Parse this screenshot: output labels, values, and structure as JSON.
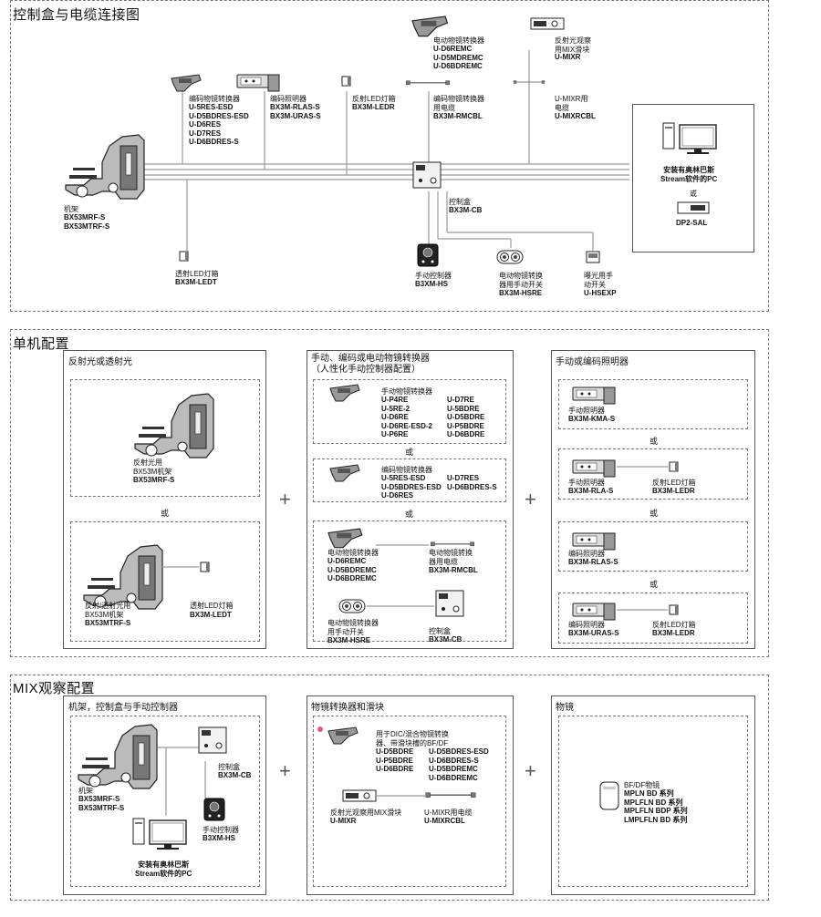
{
  "section1": {
    "title": "控制盒与电缆连接图",
    "frame": {
      "label": "机架",
      "models": "BX53MRF-S\nBX53MTRF-S"
    },
    "coded_nose": {
      "label": "编码物镜转换器",
      "models": "U-5RES-ESD\nU-D5BDRES-ESD\nU-D6RES\nU-D7RES\nU-D6BDRES-S"
    },
    "coded_illum": {
      "label": "编码照明器",
      "models": "BX3M-RLAS-S\nBX3M-URAS-S"
    },
    "refl_led": {
      "label": "反射LED灯箱",
      "models": "BX3M-LEDR"
    },
    "motor_nose": {
      "label": "电动物镜转换器",
      "models": "U-D6REMC\nU-D5MDREMC\nU-D6BDREMC"
    },
    "motor_cable": {
      "label": "编码物镜转换器\n用电缆",
      "models": "BX3M-RMCBL"
    },
    "mix_slider": {
      "label": "反射光观察\n用MIX滑块",
      "models": "U-MIXR"
    },
    "mix_cable": {
      "label": "U-MIXR用\n电缆",
      "models": "U-MIXRCBL"
    },
    "pc": {
      "label": "安装有奥林巴斯\nStream软件的PC"
    },
    "or": "或",
    "dp2": {
      "models": "DP2-SAL"
    },
    "control_box": {
      "label": "控制盒",
      "models": "BX3M-CB"
    },
    "trans_led": {
      "label": "透射LED灯箱",
      "models": "BX3M-LEDT"
    },
    "hand_ctrl": {
      "label": "手动控制器",
      "models": "B3XM-HS"
    },
    "hand_switch": {
      "label": "电动物镜转换\n器用手动开关",
      "models": "BX3M-HSRE"
    },
    "exp_switch": {
      "label": "曝光用手\n动开关",
      "models": "U-HSEXP"
    }
  },
  "section2": {
    "title": "单机配置",
    "col1": {
      "title": "反射光或透射光",
      "a": {
        "label": "反射光用\nBX53M机架",
        "models": "BX53MRF-S"
      },
      "or": "或",
      "b": {
        "label": "反射/透射光用\nBX53M机架",
        "models": "BX53MTRF-S"
      },
      "led": {
        "label": "透射LED灯箱",
        "models": "BX3M-LEDT"
      }
    },
    "col2": {
      "title": "手动、编码或电动物镜转换器\n（人性化手动控制器配置）",
      "manual": {
        "label": "手动物镜转换器",
        "models_a": "U-P4RE\nU-5RE-2\nU-D6RE\nU-D6RE-ESD-2\nU-P6RE",
        "models_b": "U-D7RE\nU-5BDRE\nU-D5BDRE\nU-P5BDRE\nU-D6BDRE"
      },
      "or1": "或",
      "coded": {
        "label": "编码物镜转换器",
        "models_a": "U-5RES-ESD\nU-D5BDRES-ESD\nU-D6RES",
        "models_b": "U-D7RES\nU-D6BDRES-S"
      },
      "or2": "或",
      "motor": {
        "label": "电动物镜转换器",
        "models": "U-D6REMC\nU-D5BDREMC\nU-D6BDREMC"
      },
      "cable": {
        "label": "电动物镜转换\n器用电缆",
        "models": "BX3M-RMCBL"
      },
      "switch": {
        "label": "电动物镜转换器\n用手动开关",
        "models": "BX3M-HSRE"
      },
      "cb": {
        "label": "控制盒",
        "models": "BX3M-CB"
      }
    },
    "col3": {
      "title": "手动或编码照明器",
      "kma": {
        "label": "手动照明器",
        "models": "BX3M-KMA-S"
      },
      "or1": "或",
      "rla": {
        "label": "手动照明器",
        "models": "BX3M-RLA-S"
      },
      "rla_led": {
        "label": "反射LED灯箱",
        "models": "BX3M-LEDR"
      },
      "or2": "或",
      "rlas": {
        "label": "编码照明器",
        "models": "BX3M-RLAS-S"
      },
      "or3": "或",
      "uras": {
        "label": "编码照明器",
        "models": "BX3M-URAS-S"
      },
      "uras_led": {
        "label": "反射LED灯箱",
        "models": "BX3M-LEDR"
      }
    },
    "plus": "+"
  },
  "section3": {
    "title": "MIX观察配置",
    "col1": {
      "title": "机架，控制盒与手动控制器",
      "frame": {
        "label": "机架",
        "models": "BX53MRF-S\nBX53MTRF-S"
      },
      "cb": {
        "label": "控制盒",
        "models": "BX3M-CB"
      },
      "hs": {
        "label": "手动控制器",
        "models": "B3XM-HS"
      },
      "pc": {
        "label": "安装有奥林巴斯\nStream软件的PC"
      }
    },
    "col2": {
      "title": "物镜转换器和滑块",
      "nose": {
        "label": "用于DIC/混合物镜转换\n器、带滑块槽的BF/DF",
        "models_a": "U-D5BDRE\nU-P5BDRE\nU-D6BDRE",
        "models_b": "U-D5BDRES-ESD\nU-D6BDRES-S\nU-D5BDREMC\nU-D6BDREMC"
      },
      "mixr": {
        "label": "反射光观察用MIX滑块",
        "models": "U-MIXR"
      },
      "cable": {
        "label": "U-MIXR用电缆",
        "models": "U-MIXRCBL"
      },
      "marker_color": "#e0549a"
    },
    "col3": {
      "title": "物镜",
      "obj": {
        "label": "BF/DF物镜",
        "models": "MPLN BD 系列\nMPLFLN BD 系列\nMPLFLN BDP 系列\nLMPLFLN BD 系列"
      }
    },
    "plus": "+"
  }
}
